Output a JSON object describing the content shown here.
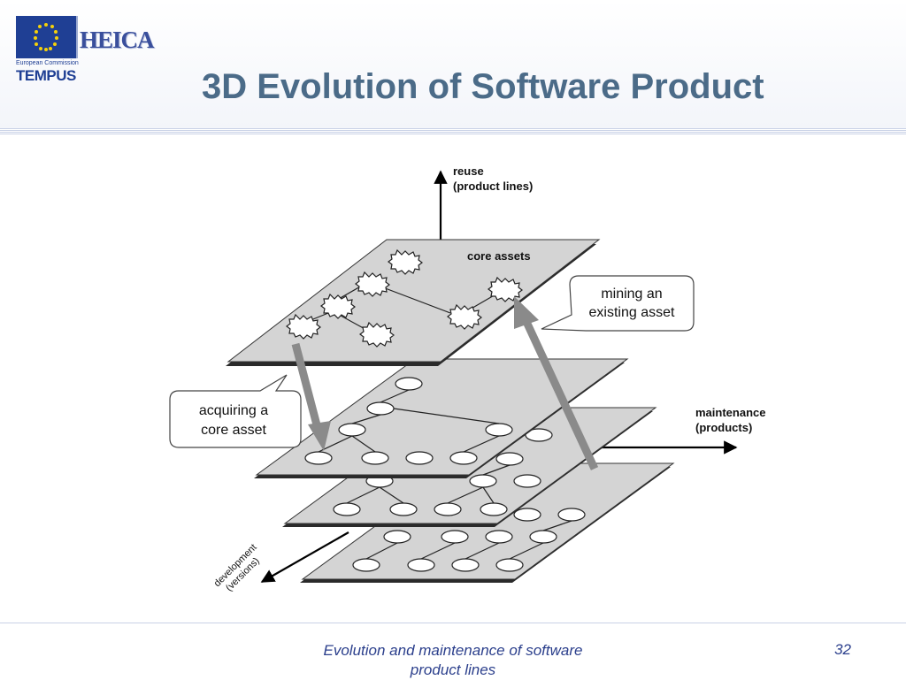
{
  "logo": {
    "heica": "HEICA",
    "commission": "European Commission",
    "tempus": "TEMPUS"
  },
  "slide": {
    "title": "3D Evolution of Software Product",
    "footer": "Evolution and maintenance of software product lines",
    "page_number": "32"
  },
  "diagram": {
    "axes": {
      "reuse_line1": "reuse",
      "reuse_line2": "(product lines)",
      "maintenance_line1": "maintenance",
      "maintenance_line2": "(products)",
      "development_line1": "development",
      "development_line2": "(versions)"
    },
    "layer_label": "core assets",
    "callout_mining_line1": "mining an",
    "callout_mining_line2": "existing asset",
    "callout_acquiring_line1": "acquiring a",
    "callout_acquiring_line2": "core asset"
  },
  "colors": {
    "title": "#4b6b88",
    "footer": "#2b3f8c",
    "layer_fill": "#d4d4d4",
    "arrow_gray": "#8a8a8a",
    "eu_blue": "#1f3f94"
  }
}
